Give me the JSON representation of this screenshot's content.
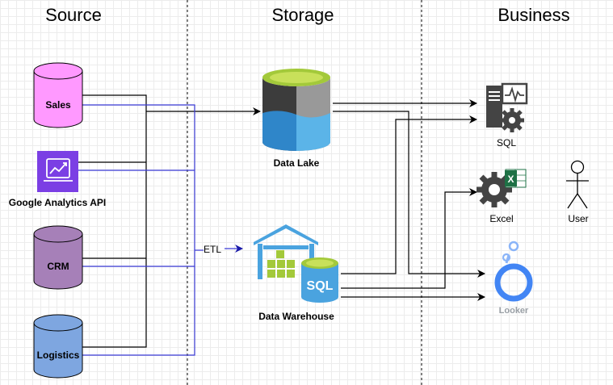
{
  "headers": {
    "source": "Source",
    "storage": "Storage",
    "business": "Business"
  },
  "sources": {
    "sales": "Sales",
    "google_analytics": "Google Analytics API",
    "crm": "CRM",
    "logistics": "Logistics"
  },
  "storage": {
    "data_lake": "Data Lake",
    "data_warehouse": "Data Warehouse",
    "warehouse_badge": "SQL",
    "etl": "ETL"
  },
  "business": {
    "sql": "SQL",
    "excel": "Excel",
    "user": "User",
    "looker": "Looker"
  },
  "colors": {
    "sales": "#ff99ff",
    "crm": "#a680b8",
    "logistics": "#7ea6e0",
    "ga_icon": "#7b3fe4",
    "lake_top": "#a3c93a",
    "lake_left": "#3c3c3c",
    "lake_right": "#999999",
    "lake_water": "#4aa3df",
    "warehouse_blue": "#4aa3df",
    "excel_green": "#1e7145",
    "gear": "#444444",
    "looker_blue": "#4285f4",
    "blue_line": "#3b3bd6"
  }
}
